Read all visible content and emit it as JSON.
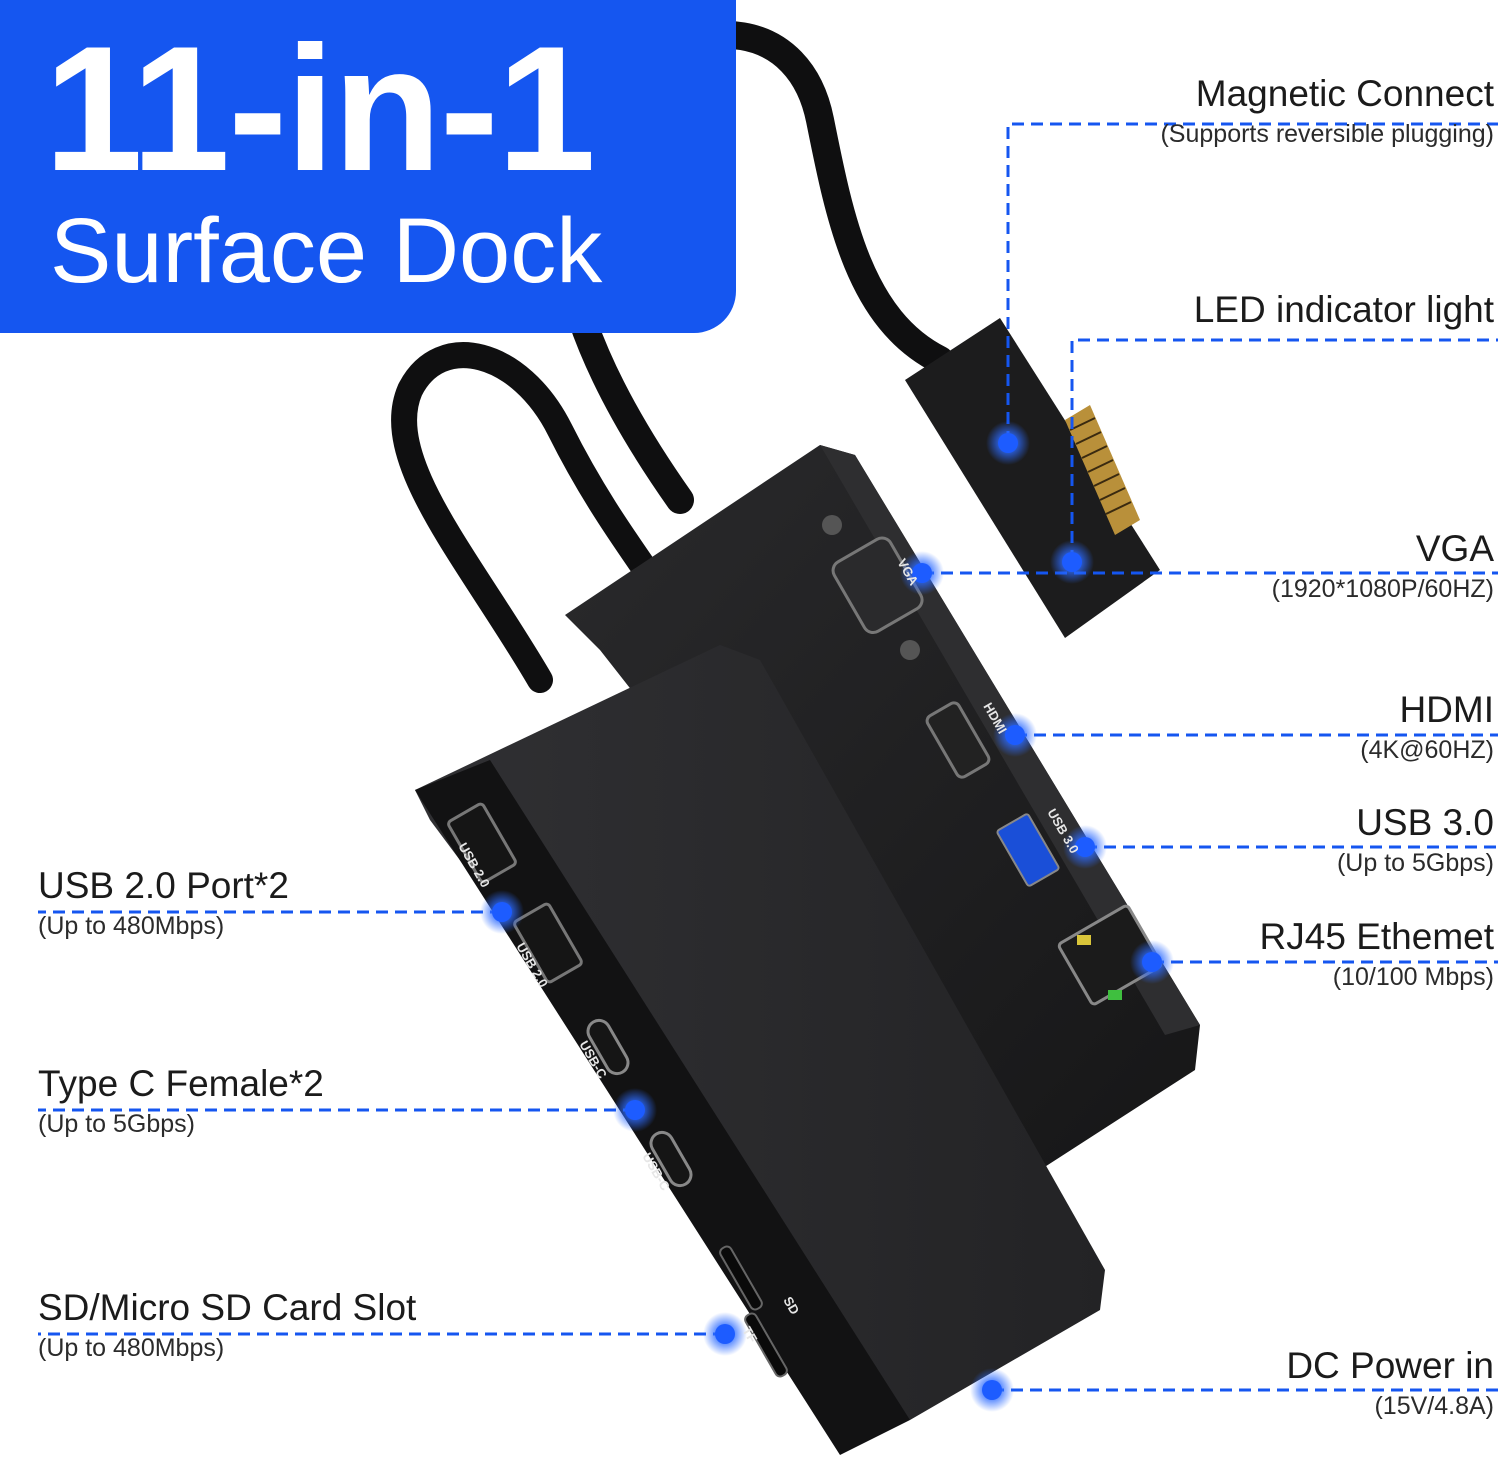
{
  "banner": {
    "title": "11-in-1",
    "subtitle": "Surface Dock"
  },
  "accent_color": "#1556f0",
  "callouts": {
    "magnetic": {
      "title": "Magnetic Connect",
      "sub": "(Supports reversible plugging)"
    },
    "led": {
      "title": "LED indicator light",
      "sub": ""
    },
    "vga": {
      "title": "VGA",
      "sub": "(1920*1080P/60HZ)"
    },
    "hdmi": {
      "title": "HDMI",
      "sub": "(4K@60HZ)"
    },
    "usb3": {
      "title": "USB 3.0",
      "sub": "(Up to 5Gbps)"
    },
    "rj45": {
      "title": "RJ45 Ethemet",
      "sub": "(10/100 Mbps)"
    },
    "dc": {
      "title": "DC Power in",
      "sub": "(15V/4.8A)"
    },
    "usb2": {
      "title": "USB 2.0 Port*2",
      "sub": "(Up to 480Mbps)"
    },
    "typec": {
      "title": "Type C Female*2",
      "sub": "(Up to 5Gbps)"
    },
    "sd": {
      "title": "SD/Micro SD Card Slot",
      "sub": "(Up to 480Mbps)"
    }
  },
  "port_labels": {
    "vga": "VGA",
    "hdmi": "HDMI",
    "usb3": "USB 3.0",
    "usb2": "USB 2.0",
    "usbc": "USB-C",
    "sd": "SD",
    "tf": "TF"
  }
}
